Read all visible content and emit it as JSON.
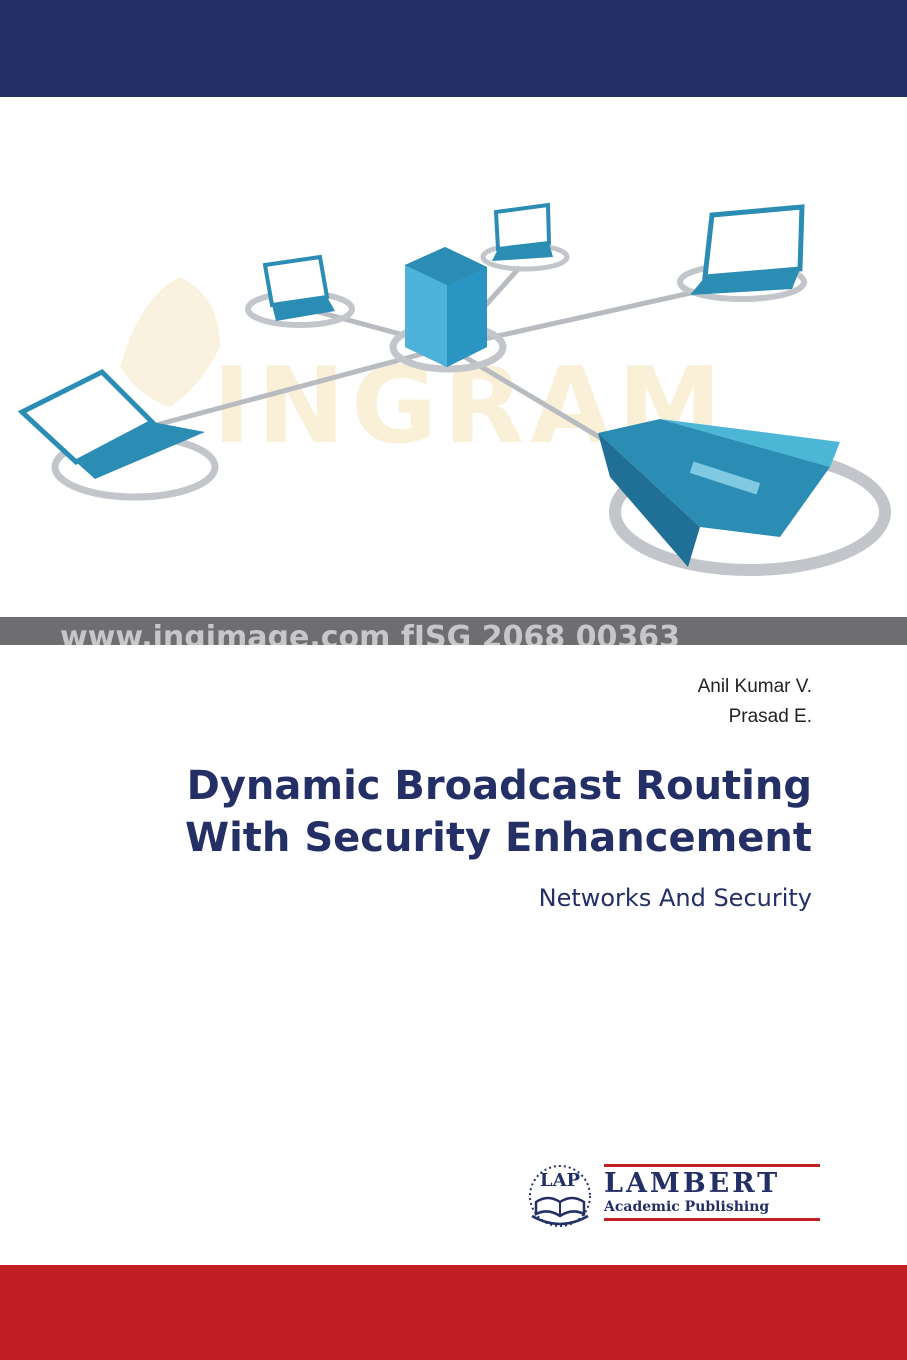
{
  "cover": {
    "authors": [
      "Anil Kumar V.",
      "Prasad E."
    ],
    "title_lines": [
      "Dynamic Broadcast Routing",
      "With Security Enhancement"
    ],
    "subtitle": "Networks And Security"
  },
  "image": {
    "watermark_text": "INGRAM",
    "strip_text": "www.ingimage.com fISG 2068 00363"
  },
  "publisher": {
    "emblem_text": "LAP",
    "name": "LAMBERT",
    "subline": "Academic Publishing"
  },
  "colors": {
    "navy": "#232f65",
    "red": "#c21f24",
    "device_blue": "#2b8db3",
    "screen_cyan": "#4bb6d6"
  }
}
